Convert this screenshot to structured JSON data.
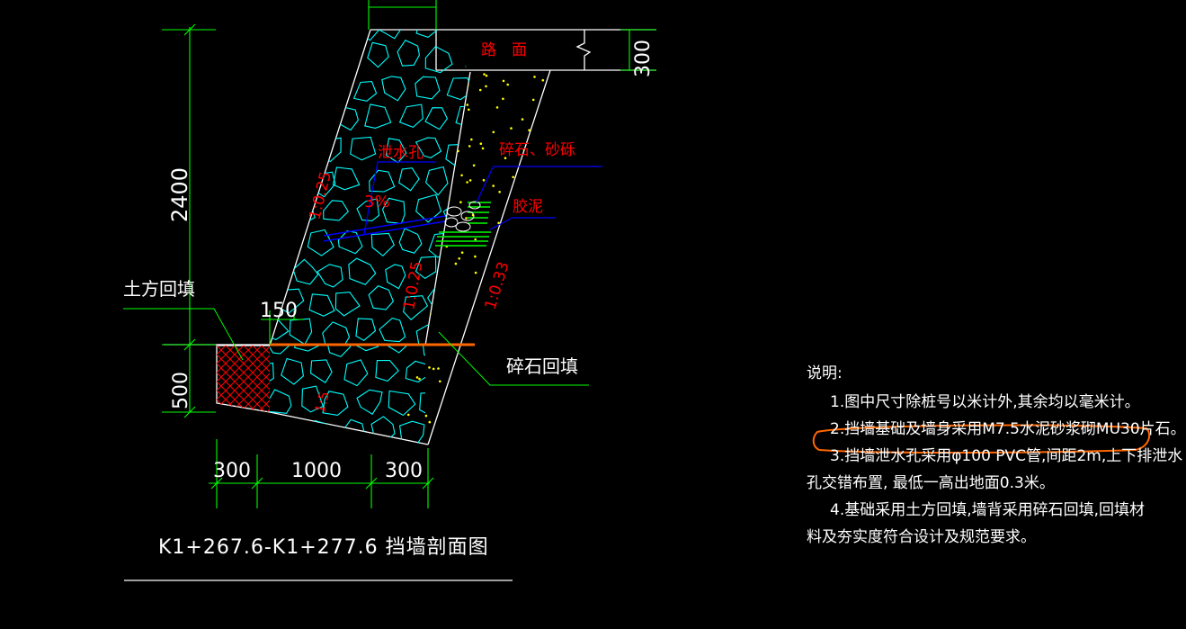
{
  "drawing": {
    "title": "K1+267.6-K1+277.6 挡墙剖面图",
    "labels": {
      "road_surface": "路　面",
      "road_thickness": "300",
      "height_total": "2400",
      "height_foundation": "500",
      "earth_backfill": "土方回填",
      "gravel_backfill": "碎石回填",
      "weep_hole": "泄水孔",
      "gravel_sand": "碎石、砂砾",
      "clay": "胶泥",
      "slope_3pct": "3%",
      "slope_front": "1:0.25",
      "slope_back": "1:0.25",
      "slope_outer": "1:0.33",
      "slope_base": "1:5",
      "toe_width": "150",
      "dim_left": "300",
      "dim_mid": "1000",
      "dim_right": "300"
    },
    "colors": {
      "line": "#ffffff",
      "dimension": "#00ff00",
      "stone": "#00ffff",
      "annotation": "#ff0000",
      "leader": "#0000ff",
      "ground": "#ff6600",
      "gravel": "#ffff00",
      "highlight": "#ff6600"
    }
  },
  "notes": {
    "heading": "说明:",
    "items": [
      "1.图中尺寸除桩号以米计外,其余均以毫米计。",
      "2.挡墙基础及墙身采用M7.5水泥砂浆砌MU30片石。",
      "3.挡墙泄水孔采用φ100 PVC管,间距2m,上下排泄水",
      "孔交错布置, 最低一高出地面0.3米。",
      "4.基础采用土方回填,墙背采用碎石回填,回填材",
      "料及夯实度符合设计及规范要求。"
    ]
  }
}
